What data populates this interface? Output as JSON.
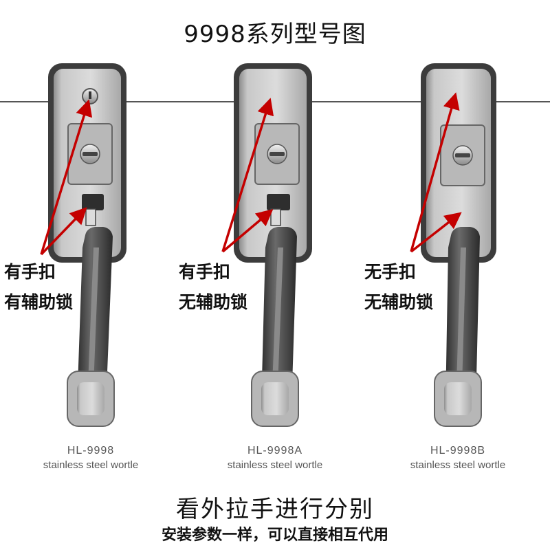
{
  "title": "9998系列型号图",
  "locks": [
    {
      "model": "HL-9998",
      "material": "stainless steel wortle",
      "feature_line1": "有手扣",
      "feature_line2": "有辅助锁"
    },
    {
      "model": "HL-9998A",
      "material": "stainless steel wortle",
      "feature_line1": "有手扣",
      "feature_line2": "无辅助锁"
    },
    {
      "model": "HL-9998B",
      "material": "stainless steel wortle",
      "feature_line1": "无手扣",
      "feature_line2": "无辅助锁"
    }
  ],
  "footer": {
    "main": "看外拉手进行分别",
    "sub": "安装参数一样，可以直接相互代用"
  },
  "colors": {
    "arrow": "#c40000",
    "steel": "#c9c9c9",
    "steel_dark": "#3a3a3a"
  }
}
